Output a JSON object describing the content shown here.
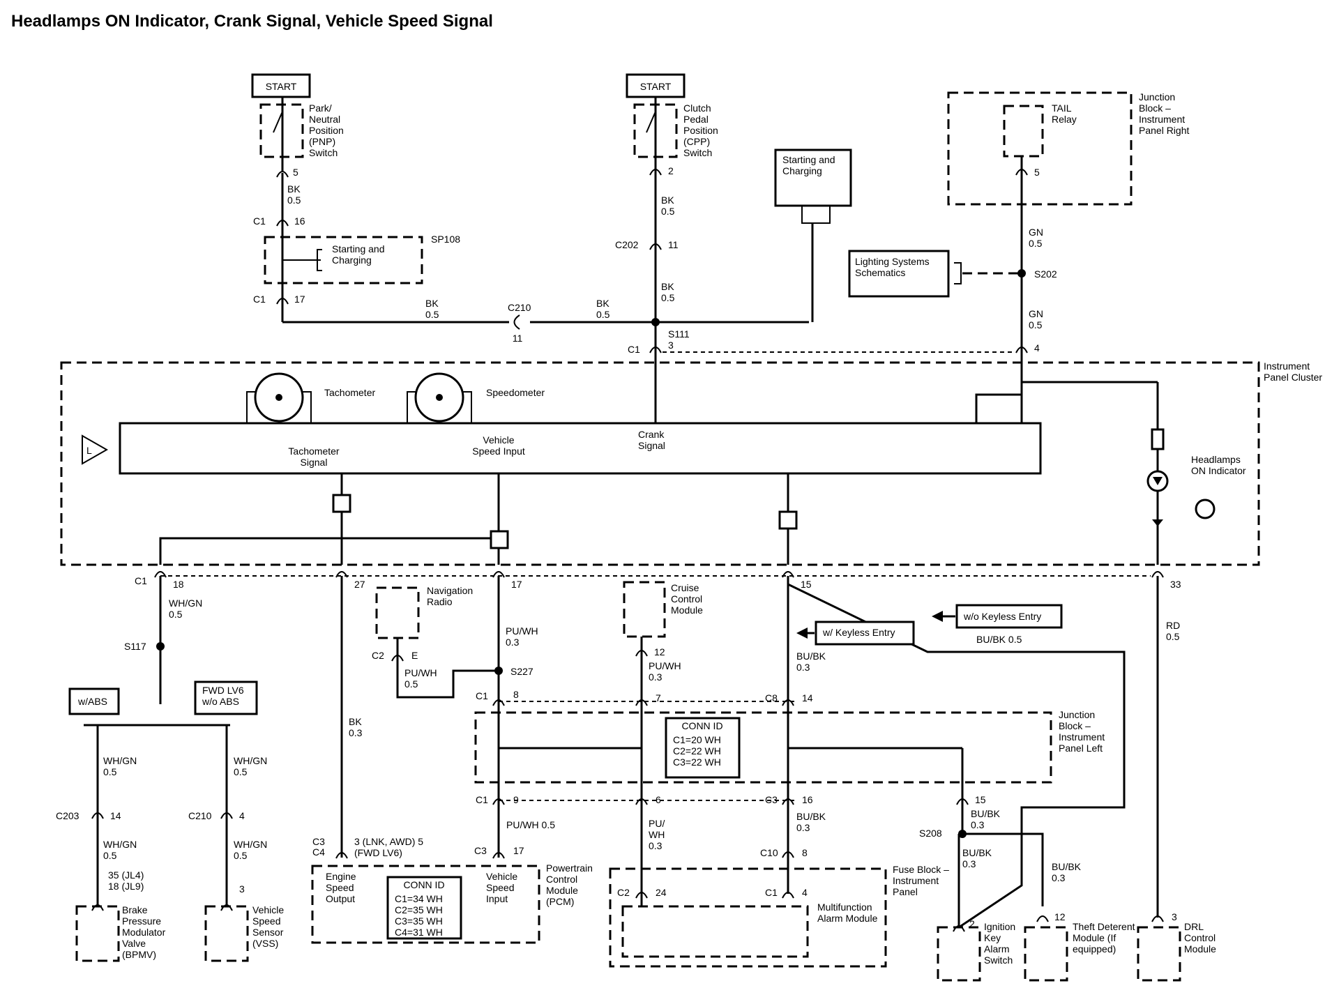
{
  "title": "Headlamps ON Indicator, Crank Signal, Vehicle Speed Signal",
  "start_label": "START",
  "components": {
    "pnp_switch": "Park/ Neutral Position (PNP) Switch",
    "cpp_switch": "Clutch Pedal Position (CPP) Switch",
    "starting_charging": "Starting and Charging",
    "junction_block_right": "Junction Block – Instrument Panel Right",
    "tail_relay": "TAIL Relay",
    "lighting_systems": "Lighting Systems Schematics",
    "instrument_panel_cluster": "Instrument Panel Cluster",
    "tachometer": "Tachometer",
    "speedometer": "Speedometer",
    "tachometer_signal": "Tachometer Signal",
    "vehicle_speed_input": "Vehicle Speed Input",
    "crank_signal": "Crank Signal",
    "headlamps_on_indicator": "Headlamps ON Indicator",
    "navigation_radio": "Navigation Radio",
    "cruise_control_module": "Cruise Control Module",
    "junction_block_left": "Junction Block – Instrument Panel Left",
    "conn_id_title": "CONN ID",
    "conn_id_jb": "C1=20 WH C2=22 WH C3=22 WH",
    "conn_id_pcm": "C1=34 WH C2=35 WH C3=35 WH C4=31 WH",
    "engine_speed_output": "Engine Speed Output",
    "pcm_vehicle_speed_input": "Vehicle Speed Input",
    "pcm": "Powertrain Control Module (PCM)",
    "fuse_block": "Fuse Block – Instrument Panel",
    "multifunction_alarm_module": "Multifunction Alarm Module",
    "ignition_key_alarm_switch": "Ignition Key Alarm Switch",
    "theft_deterrent_module": "Theft Deterent Module (If equipped)",
    "drl_control_module": "DRL Control Module",
    "bpmv": "Brake Pressure Modulator Valve (BPMV)",
    "vss": "Vehicle Speed Sensor (VSS)",
    "w_abs": "w/ABS",
    "fwd_lv6": "FWD LV6 w/o ABS",
    "wo_keyless_entry": "w/o Keyless Entry",
    "w_keyless_entry": "w/ Keyless Entry"
  },
  "splices": {
    "sp108": "SP108",
    "s111": "S111",
    "s202": "S202",
    "s117": "S117",
    "s227": "S227",
    "s208": "S208"
  },
  "connectors": {
    "c1": "C1",
    "c2": "C2",
    "c3": "C3",
    "c4": "C4",
    "c8": "C8",
    "c10": "C10",
    "c202": "C202",
    "c203": "C203",
    "c210": "C210"
  },
  "pins": {
    "p2": "2",
    "p3": "3",
    "p4": "4",
    "p5": "5",
    "p6": "6",
    "p7": "7",
    "p8": "8",
    "p9": "9",
    "p11": "11",
    "p12": "12",
    "p14": "14",
    "p15": "15",
    "p16": "16",
    "p17": "17",
    "p18": "18",
    "p24": "24",
    "p27": "27",
    "p33": "33",
    "pE": "E",
    "bpmv_pin": "35 (JL4) 18 (JL9)",
    "pcm_pin": "3 (LNK, AWD) 5 (FWD LV6)"
  },
  "wire_labels": {
    "bk05": "BK 0.5",
    "bk03": "BK 0.3",
    "gn05": "GN 0.5",
    "whgn05": "WH/GN 0.5",
    "puwh03": "PU/WH 0.3",
    "puwh05": "PU/WH 0.5",
    "puwh05_inline": "PU/WH 0.5",
    "pu_wh03": "PU/ WH 0.3",
    "bubk03": "BU/BK 0.3",
    "bubk05_inline": "BU/BK 0.5",
    "rd05": "RD 0.5"
  }
}
